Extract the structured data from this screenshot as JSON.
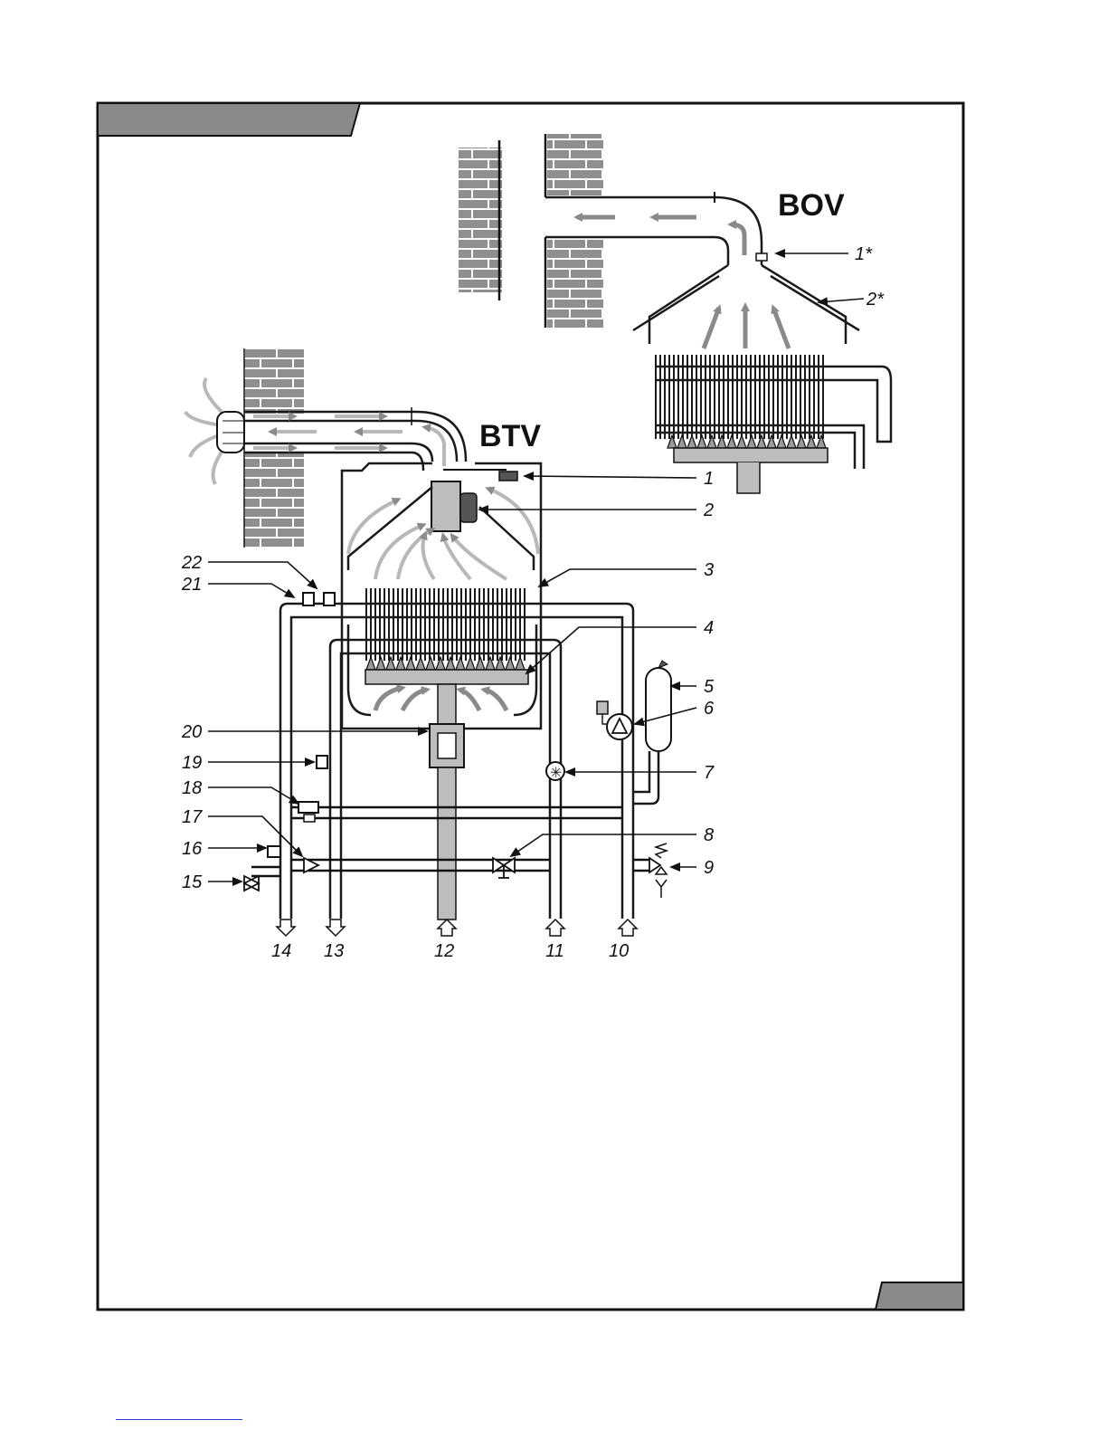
{
  "diagram": {
    "variants": {
      "top": "BOV",
      "bottom": "BTV"
    },
    "callouts_top": [
      "1*",
      "2*"
    ],
    "callouts_right": [
      "1",
      "2",
      "3",
      "4",
      "5",
      "6",
      "7",
      "8",
      "9"
    ],
    "callouts_left": [
      "22",
      "21",
      "20",
      "19",
      "18",
      "17",
      "16",
      "15"
    ],
    "connections_bottom": [
      "14",
      "13",
      "12",
      "11",
      "10"
    ],
    "colors": {
      "line": "#1a1a1a",
      "brick": "#8f8f8f",
      "flow_arrow": "#8a8a8a",
      "header_tab": "#8a8a8a"
    }
  }
}
